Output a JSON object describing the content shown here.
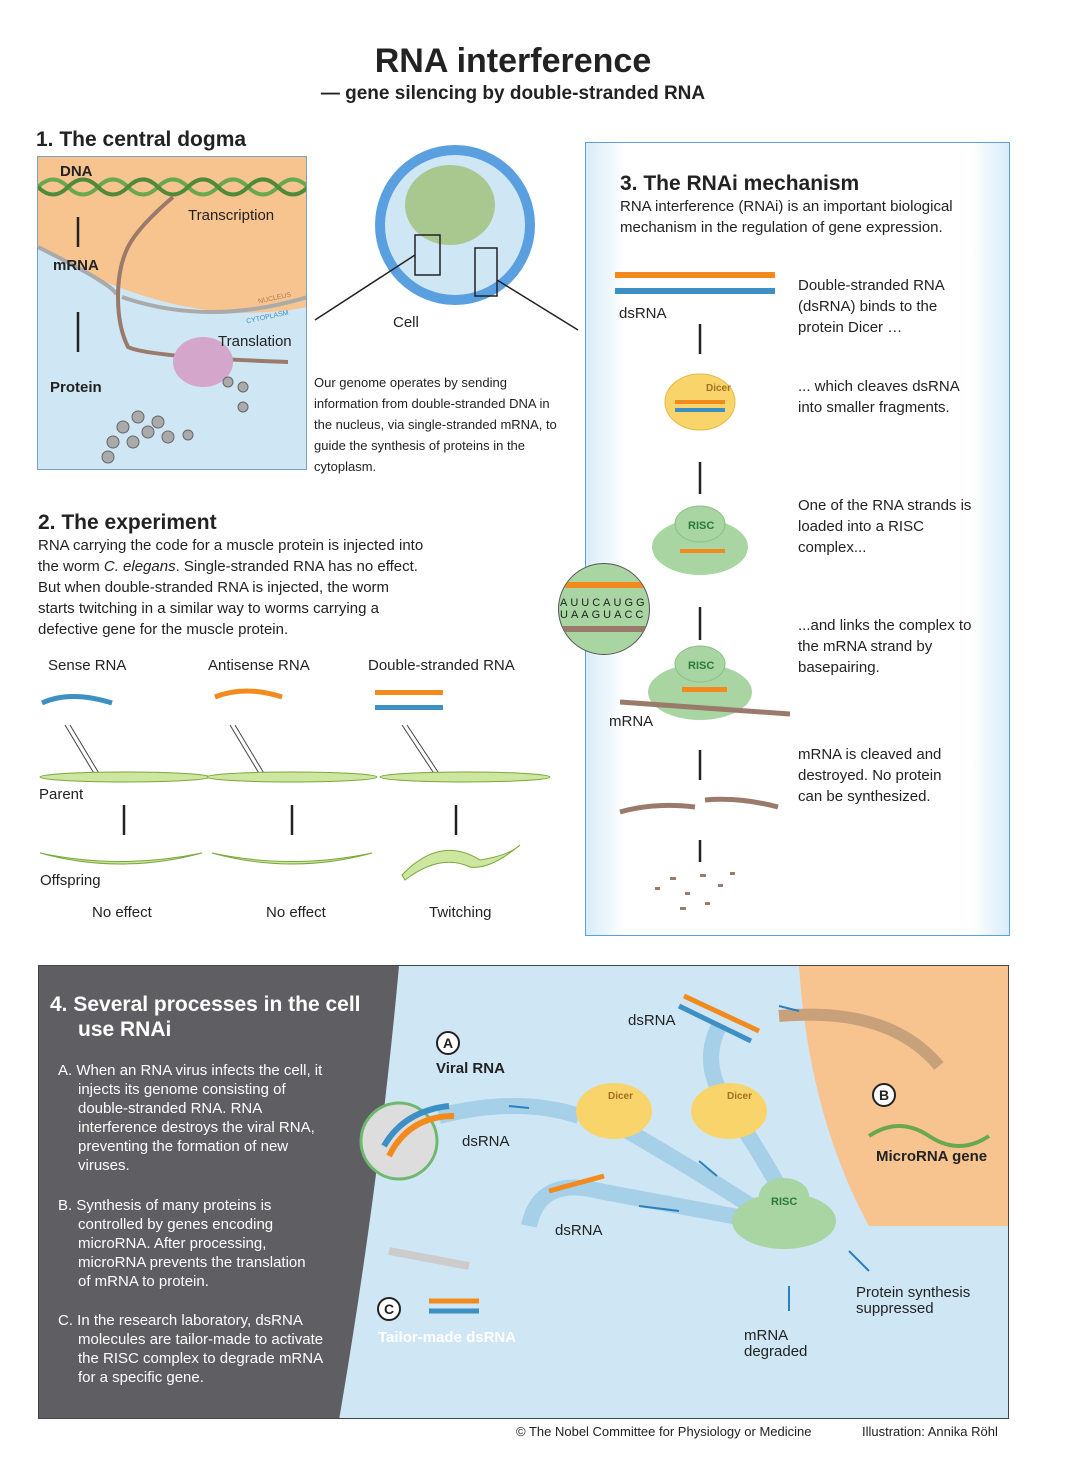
{
  "title": "RNA interference",
  "subtitle": "— gene silencing by double-stranded RNA",
  "section1": {
    "heading": "1.  The central dogma",
    "dna": "DNA",
    "transcription": "Transcription",
    "mrna": "mRNA",
    "nucleus": "NUCLEUS",
    "cytoplasm": "CYTOPLASM",
    "translation": "Translation",
    "protein": "Protein",
    "cell": "Cell",
    "description": "Our genome operates by sending information from double-stranded DNA in the nucleus, via single-stranded mRNA, to guide the synthesis of proteins in the cytoplasm."
  },
  "section2": {
    "heading": "2.  The experiment",
    "body_1": "RNA carrying the code for a muscle protein is injected into the worm ",
    "body_species": "C. elegans",
    "body_2": ". Single-stranded RNA has no effect. But when double-stranded RNA is injected, the worm starts twitching in a similar way to worms carrying a defective gene for the muscle protein.",
    "parent": "Parent",
    "offspring": "Offspring",
    "columns": [
      {
        "rna": "Sense RNA",
        "outcome": "No effect"
      },
      {
        "rna": "Antisense RNA",
        "outcome": "No effect"
      },
      {
        "rna": "Double-stranded RNA",
        "outcome": "Twitching"
      }
    ]
  },
  "section3": {
    "heading": "3.  The RNAi mechanism",
    "intro": "RNA interference (RNAi) is an important biological mechanism in the regulation of gene expression.",
    "dsrna": "dsRNA",
    "dicer": "Dicer",
    "risc": "RISC",
    "mrna": "mRNA",
    "seq_top": "AUUCAUGG",
    "seq_bottom": "UAAGUACC",
    "steps": [
      "Double-stranded RNA (dsRNA) binds to the protein Dicer …",
      "... which cleaves dsRNA into smaller fragments.",
      "One of the RNA strands is loaded into a RISC complex...",
      "...and links the complex to the mRNA strand by basepairing.",
      "mRNA is cleaved and destroyed. No protein can be synthesized."
    ]
  },
  "section4": {
    "heading": "4.  Several processes in the cell use RNAi",
    "items": [
      "A. When an RNA virus infects the cell, it injects its genome consisting of double-stranded RNA. RNA interference destroys the viral RNA, preventing the formation of new viruses.",
      "B. Synthesis of many proteins is controlled by genes encoding microRNA. After processing, microRNA prevents the translation of mRNA to protein.",
      "C. In the research laboratory, dsRNA molecules are tailor-made to activate the RISC complex to degrade mRNA for a specific gene."
    ],
    "label_a": "A",
    "label_b": "B",
    "label_c": "C",
    "viral_rna": "Viral RNA",
    "dsrna": "dsRNA",
    "dicer": "Dicer",
    "risc": "RISC",
    "microrna_gene": "MicroRNA gene",
    "tailor_made": "Tailor-made dsRNA",
    "protein_suppressed": "Protein synthesis suppressed",
    "mrna_degraded": "mRNA degraded"
  },
  "footer": {
    "copyright": "© The Nobel Committee for Physiology or Medicine",
    "illustration": "Illustration: Annika Röhl"
  },
  "colors": {
    "orange": "#f7c48f",
    "lightblue": "#cfe6f5",
    "green": "#a8d5a2",
    "dark": "#5f5f63",
    "rna_orange": "#f28a1e",
    "rna_blue": "#3d8fc4",
    "mrna_brown": "#9a7a6a"
  }
}
